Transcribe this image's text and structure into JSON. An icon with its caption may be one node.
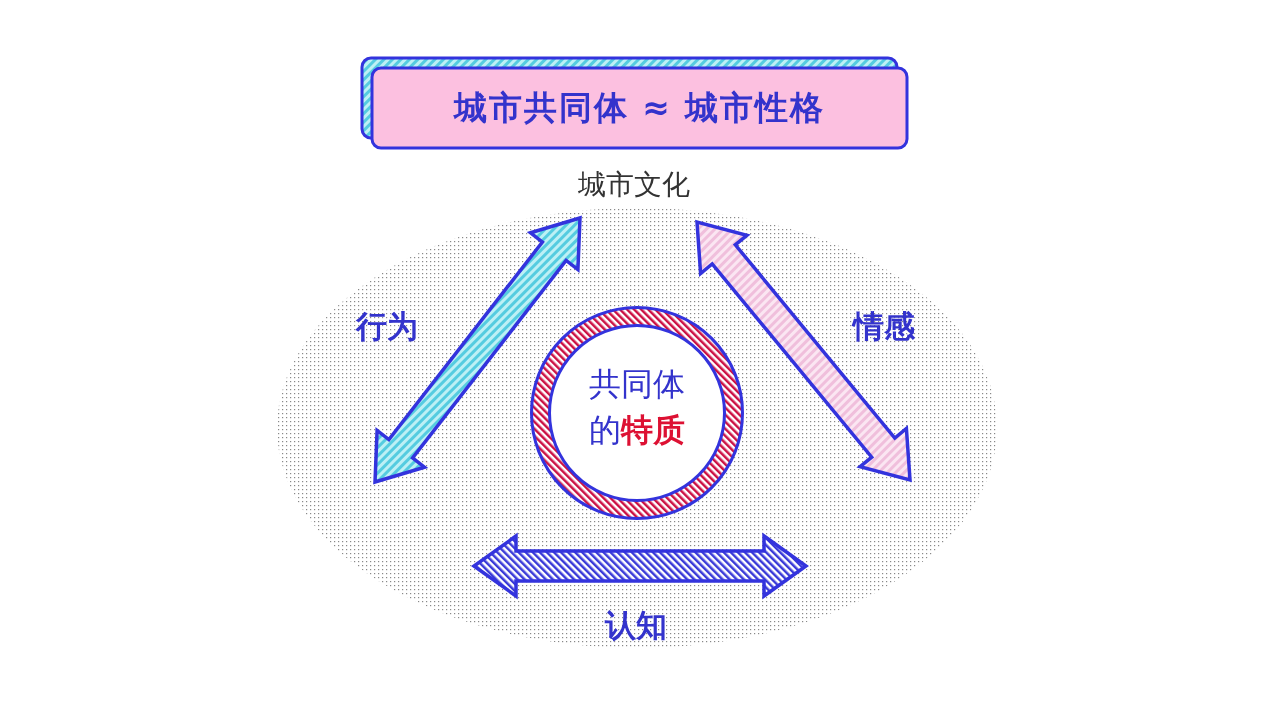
{
  "diagram": {
    "title": "城市共同体 ≈ 城市性格",
    "nodes": [
      {
        "text": [],
        "shape": "ellipse"
      },
      {
        "text": [
          "共同体的",
          "特质"
        ],
        "in": 0
      }
    ],
    "labels": [
      "城市文化",
      "行为",
      "情感",
      "认知"
    ]
  }
}
